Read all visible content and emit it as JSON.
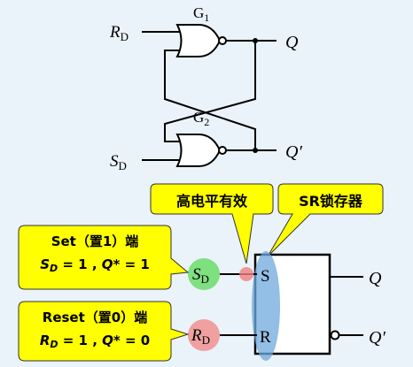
{
  "gates": {
    "g1_label_main": "G",
    "g1_label_sub": "1",
    "g2_label_main": "G",
    "g2_label_sub": "2"
  },
  "inputs": {
    "rd_main": "R",
    "rd_sub": "D",
    "sd_main": "S",
    "sd_sub": "D"
  },
  "outputs": {
    "q": "Q",
    "q_bar": "Q′"
  },
  "callouts": {
    "high_active": "高电平有效",
    "sr_latch": "SR锁存器"
  },
  "notes": {
    "set_title": "Set（置1）端",
    "set_eq_var": "S",
    "set_eq_sub": "D",
    "set_eq_rest": " = 1 , ",
    "set_eq_q": "Q*",
    "set_eq_end": " = 1",
    "reset_title": "Reset（置0）端",
    "reset_eq_var": "R",
    "reset_eq_sub": "D",
    "reset_eq_rest": " = 1 , ",
    "reset_eq_q": "Q*",
    "reset_eq_end": " = 0"
  },
  "latch_box": {
    "s_pin": "S",
    "r_pin": "R",
    "q_out": "Q",
    "q_bar_out": "Q′"
  },
  "colors": {
    "callout_fill": "#ffff00",
    "set_circle": "#7fe07f",
    "reset_circle": "#f0a0a0",
    "highlight_blue": "#6fa8dc",
    "background": "#eaf3f9"
  }
}
